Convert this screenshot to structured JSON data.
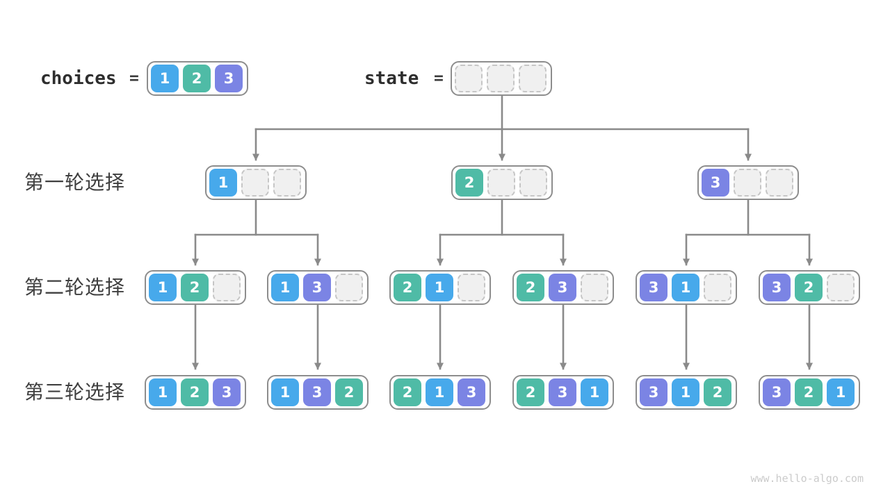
{
  "header": {
    "choices_label": "choices",
    "choices_equals": "=",
    "state_label": "state",
    "state_equals": "="
  },
  "row_labels": [
    "第一轮选择",
    "第二轮选择",
    "第三轮选择"
  ],
  "value_colors": {
    "1": "#47a9eb",
    "2": "#4fbba6",
    "3": "#7b84e4"
  },
  "neutral_colors": {
    "arrow": "#8a8a8a",
    "node_border": "#8d8d8d",
    "empty_cell_fill": "#f0f0f0",
    "empty_cell_border": "#c6c6c6"
  },
  "diagram": {
    "choices": [
      "1",
      "2",
      "3"
    ],
    "state": [
      "",
      "",
      ""
    ],
    "level1": [
      [
        "1",
        "",
        ""
      ],
      [
        "2",
        "",
        ""
      ],
      [
        "3",
        "",
        ""
      ]
    ],
    "level2": [
      [
        "1",
        "2",
        ""
      ],
      [
        "1",
        "3",
        ""
      ],
      [
        "2",
        "1",
        ""
      ],
      [
        "2",
        "3",
        ""
      ],
      [
        "3",
        "1",
        ""
      ],
      [
        "3",
        "2",
        ""
      ]
    ],
    "level3": [
      [
        "1",
        "2",
        "3"
      ],
      [
        "1",
        "3",
        "2"
      ],
      [
        "2",
        "1",
        "3"
      ],
      [
        "2",
        "3",
        "1"
      ],
      [
        "3",
        "1",
        "2"
      ],
      [
        "3",
        "2",
        "1"
      ]
    ]
  },
  "watermark": "www.hello-algo.com"
}
